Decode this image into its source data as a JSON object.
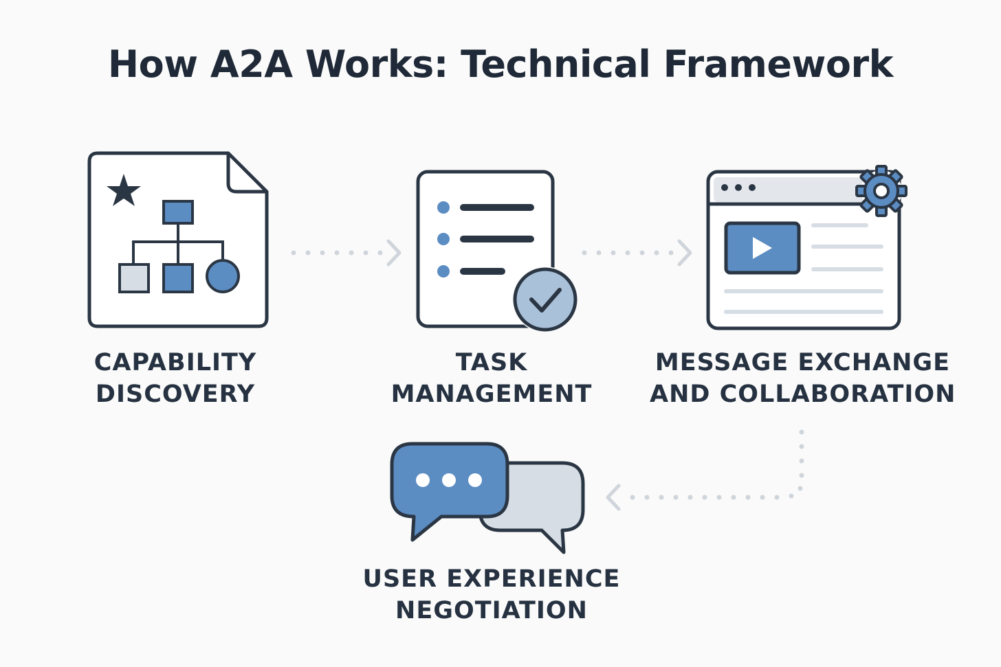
{
  "title": "How A2A Works: Technical Framework",
  "steps": [
    {
      "id": "capability-discovery",
      "line1": "CAPABILITY",
      "line2": "DISCOVERY",
      "icon": "org-chart-document-icon"
    },
    {
      "id": "task-management",
      "line1": "TASK",
      "line2": "MANAGEMENT",
      "icon": "checklist-check-icon"
    },
    {
      "id": "message-exchange",
      "line1": "MESSAGE EXCHANGE",
      "line2": "AND COLLABORATION",
      "icon": "browser-window-gear-icon"
    },
    {
      "id": "user-experience",
      "line1": "USER EXPERIENCE",
      "line2": "NEGOTIATION",
      "icon": "chat-bubbles-icon"
    }
  ],
  "colors": {
    "background": "#fafafa",
    "stroke": "#2b3644",
    "accent_blue": "#5b8cc2",
    "light_blue": "#a9c1d9",
    "light_gray": "#d7dde4",
    "connector": "#cfd5db"
  }
}
